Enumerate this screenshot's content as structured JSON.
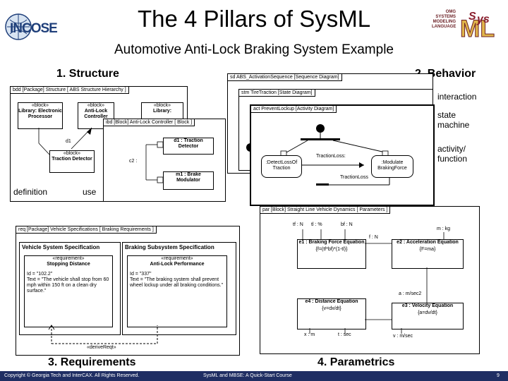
{
  "header": {
    "title": "The 4 Pillars of SysML",
    "subtitle": "Automotive Anti-Lock Braking System Example",
    "left_logo_text": "INCOSE",
    "right_logo_lines": [
      "OMG",
      "SYSTEMS",
      "MODELING",
      "LANGUAGE"
    ]
  },
  "structure": {
    "heading": "1. Structure",
    "frame_label": "bdd [Package] Structure [ ABS Structure Hierarchy ]",
    "blocks": [
      {
        "stereo": "«block»",
        "name": "Library: Electronic Processor"
      },
      {
        "stereo": "«block»",
        "name": "Anti-Lock Controller"
      },
      {
        "stereo": "«block»",
        "name": "Library:"
      },
      {
        "stereo": "«block»",
        "name": "Traction Detector"
      }
    ],
    "role": "d1",
    "ibd_label": "ibd [Block] Anti-Lock Controller [ Block ]",
    "parts": [
      "d1 : Traction Detector",
      "m1 : Brake Modulator"
    ],
    "port": "c2 :",
    "definition": "definition",
    "use": "use"
  },
  "behavior": {
    "heading": "2. Behavior",
    "seq_label": "sd ABS_ActivationSequence [Sequence Diagram]",
    "stm_label": "stm TireTraction [State Diagram]",
    "act_label": "act PreventLockup [Activity Diagram]",
    "actions": [
      ":DetectLossOf Traction",
      ":Modulate BrakingForce"
    ],
    "flows": [
      "TractionLoss:",
      "TractionLoss"
    ],
    "labels": [
      "interaction",
      "state machine",
      "activity/ function"
    ]
  },
  "requirements": {
    "heading": "3. Requirements",
    "frame_label": "req [Package] Vehicle Specifications [ Braking Requirements ]",
    "spec_left": "Vehicle System Specification",
    "spec_right": "Braking Subsystem Specification",
    "req_left": {
      "stereo": "«requirement»",
      "name": "Stopping Distance",
      "id": "Id = \"102.2\"",
      "text": "Text = \"The vehicle shall stop from 60 mph within 150 ft on a clean dry surface.\""
    },
    "req_right": {
      "stereo": "«requirement»",
      "name": "Anti-Lock Performance",
      "id": "Id = \"337\"",
      "text": "Text = \"The braking system shall prevent wheel lockup under all braking conditions.\""
    },
    "derive": "«deriveReqt»"
  },
  "parametrics": {
    "heading": "4. Parametrics",
    "frame_label": "par [Block] Straight Line Vehicle Dynamics [ Parameters ]",
    "equations": [
      {
        "name": "e1 : Braking Force Equation",
        "formula": "{f=(tf*bf)*(1-tl)}"
      },
      {
        "name": "e2 : Acceleration Equation",
        "formula": "{F=ma}"
      },
      {
        "name": "e4 : Distance Equation",
        "formula": "{v=dx/dt}"
      },
      {
        "name": "e3 : Velocity Equation",
        "formula": "{a=dv/dt}"
      }
    ],
    "params": [
      "tf : N",
      "tl : %",
      "bf : N",
      "f : N",
      "m : kg",
      "a : m/sec2",
      "v : m/sec",
      "x : m",
      "t : sec"
    ]
  },
  "footer": {
    "copyright": "Copyright © Georgia Tech and InterCAX. All Rights Reserved.",
    "course": "SysML and MBSE: A Quick-Start Course",
    "page": "9"
  }
}
